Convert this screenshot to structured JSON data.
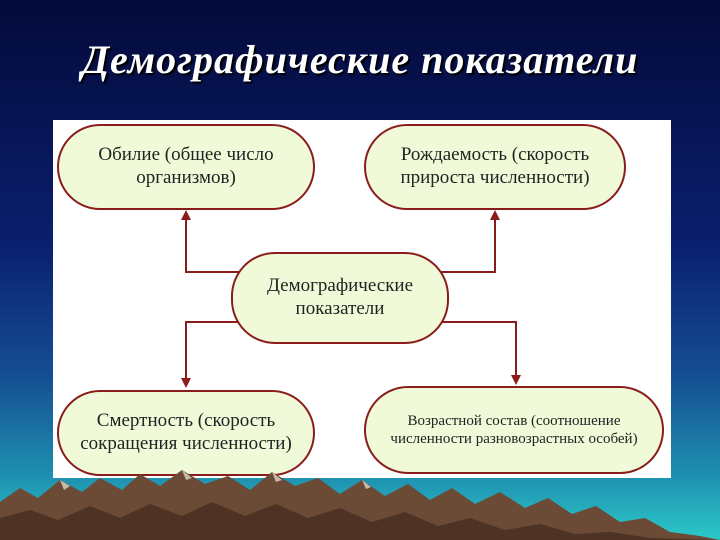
{
  "title": "Демографические показатели",
  "nodes": {
    "center": "Демографические показатели",
    "abundance": "Обилие (общее число организмов)",
    "birth_rate": "Рождаемость (скорость прироста численности)",
    "mortality": "Смертность (скорость сокращения численности)",
    "age_structure": "Возрастной состав (соотношение численности разновозрастных особей)"
  },
  "colors": {
    "node_fill": "#f0fad8",
    "node_border": "#8a1c1c",
    "arrow": "#8a1c1c",
    "title": "#ffffff"
  }
}
